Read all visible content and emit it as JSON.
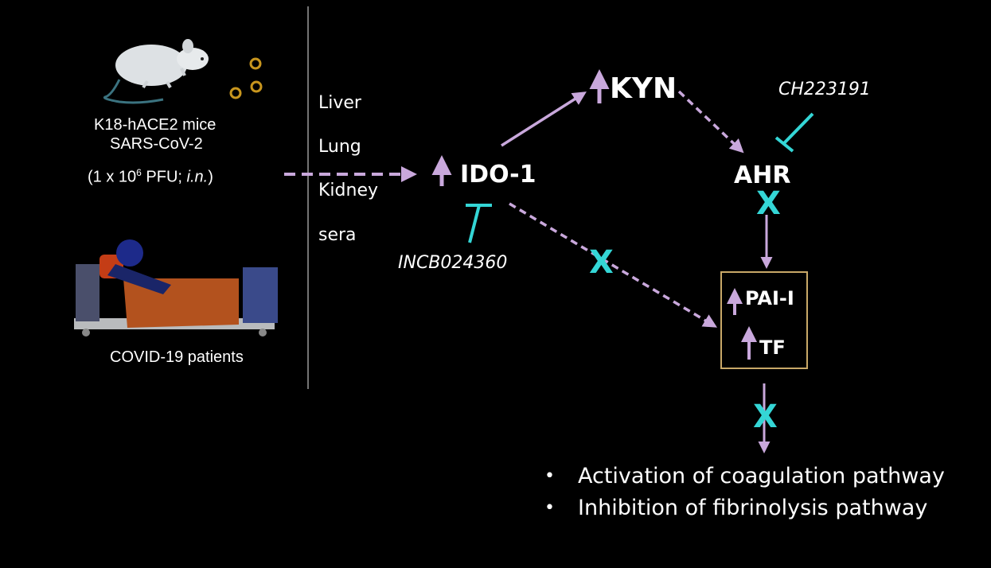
{
  "left_panel": {
    "mice_line1": "K18-hACE2 mice",
    "mice_line2": "SARS-CoV-2",
    "dose_prefix": "(1 x 10",
    "dose_exponent": "6",
    "dose_unit": " PFU; ",
    "dose_route": "i.n.",
    "dose_suffix": ")",
    "patients_label": "COVID-19  patients"
  },
  "organs": [
    "Liver",
    "Lung",
    "Kidney",
    "sera"
  ],
  "nodes": {
    "ido1": "IDO-1",
    "kyn": "KYN",
    "ahr": "AHR",
    "pai1": "PAI-I",
    "tf": "TF"
  },
  "inhibitors": {
    "ido1_inhibitor": "INCB024360",
    "ahr_inhibitor": "CH223191"
  },
  "block_marks": {
    "ahr_block": "X",
    "ido_direct_block": "X",
    "outcome_block": "X"
  },
  "outcomes": [
    "Activation of coagulation pathway",
    "Inhibition of fibrinolysis pathway"
  ],
  "colors": {
    "background": "#000000",
    "arrow": "#c9a8dc",
    "inhibitor": "#34d6d6",
    "box_border": "#c8a868",
    "divider": "#9a9a9a"
  }
}
